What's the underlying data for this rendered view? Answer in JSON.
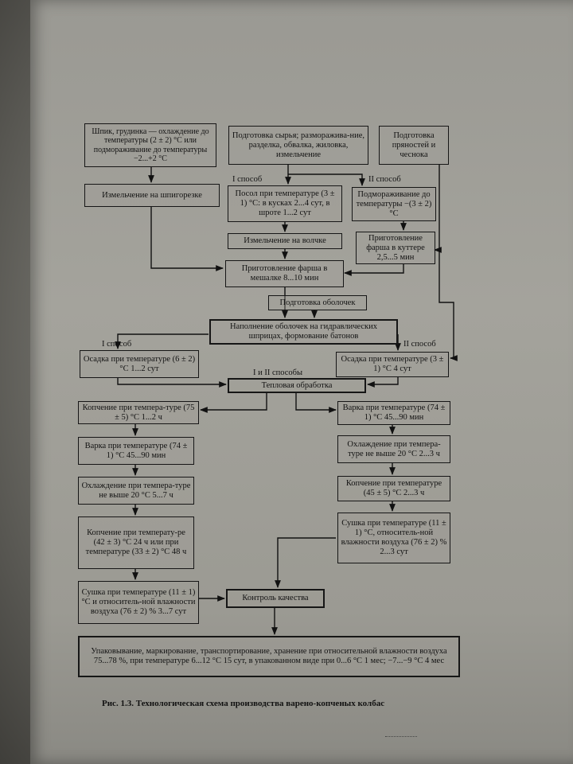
{
  "boxes": {
    "shpik": "Шпик, грудинка — охлаждение до температуры (2 ± 2) °С или подмораживание до температуры −2...+2 °С",
    "prep_raw": "Подготовка сырья; разморажива-ние, разделка, обвалка, жиловка, измельчение",
    "prep_spices": "Подготовка пряностей и чеснока",
    "chop_shpig": "Измельчение на шпигорезке",
    "salting": "Посол при температуре (3 ± 1) °С: в кусках 2...4 сут, в шроте 1...2 сут",
    "freezing": "Подмораживание до температуры −(3 ± 2) °С",
    "mincer": "Измельчение на волчке",
    "cutter": "Приготовление фарша в куттере 2,5...5 мин",
    "mixer": "Приготовление фарша в мешалке 8...10 мин",
    "casing": "Подготовка оболочек",
    "filling": "Наполнение оболочек на гидравлических шприцах, формование батонов",
    "settle1": "Осадка при температуре (6 ± 2) °С 1...2 сут",
    "settle2": "Осадка при температуре (3 ± 1) °С 4 сут",
    "thermal": "Тепловая обработка",
    "l_smoke1": "Копчение при темпера-туре (75 ± 5) °С 1...2 ч",
    "l_boil": "Варка при температуре (74 ± 1) °С 45...90 мин",
    "l_cool": "Охлаждение при темпера-туре не выше 20 °С 5...7 ч",
    "l_smoke2": "Копчение при температу-ре (42 ± 3) °С 24 ч или при температуре (33 ± 2) °С 48 ч",
    "l_dry": "Сушка при температуре (11 ± 1) °С и относитель-ной влажности воздуха (76 ± 2) % 3...7 сут",
    "r_boil": "Варка при температуре (74 ± 1) °С 45...90 мин",
    "r_cool": "Охлаждение при темпера-туре не выше 20 °С 2...3 ч",
    "r_smoke": "Копчение при температуре (45 ± 5) °С 2...3 ч",
    "r_dry": "Сушка при температуре (11 ± 1) °С, относитель-ной влажности воздуха (76 ± 2) % 2...3 сут",
    "quality": "Контроль качества",
    "packing": "Упаковывание, маркирование, транспортирование, хранение при относительной влажности воздуха 75...78 %, при температуре 6...12 °С 15 сут, в упакованном виде при 0...6 °С 1 мес; −7...−9 °С 4 мес"
  },
  "labels": {
    "method1_top": "I способ",
    "method2_top": "II способ",
    "method1_mid": "I способ",
    "method2_mid": "II способ",
    "both_methods": "I и II способы"
  },
  "caption": "Рис. 1.3. Технологическая схема производства варено-копченых колбас"
}
